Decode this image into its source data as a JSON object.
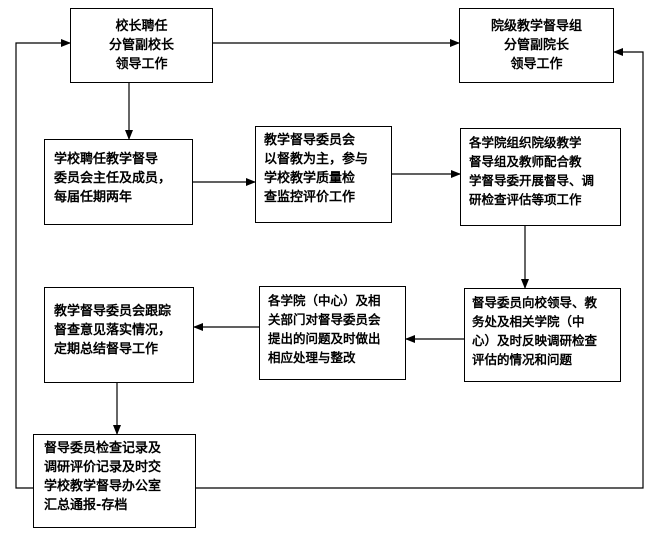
{
  "boxes": {
    "principal": [
      "校长聘任",
      "分管副校长",
      "领导工作"
    ],
    "college": [
      "院级教学督导组",
      "分管副院长",
      "领导工作"
    ],
    "appoint": [
      "学校聘任教学督导",
      "委员会主任及成员，",
      "每届任期两年"
    ],
    "committee": [
      "教学督导委员会",
      "以督教为主，参与",
      "学校教学质量检",
      "查监控评价工作"
    ],
    "organize": [
      "各学院组织院级教学",
      "督导组及教师配合教",
      "学督导委开展督导、调",
      "研检查评估等项工作"
    ],
    "report": [
      "督导委员向校领导、教",
      "务处及相关学院（中",
      "心）及时反映调研检查",
      "评估的情况和问题"
    ],
    "handle": [
      "各学院（中心）及相",
      "关部门对督导委员会",
      "提出的问题及时做出",
      "相应处理与整改"
    ],
    "track": [
      "教学督导委员会跟踪",
      "督查意见落实情况，",
      "定期总结督导工作"
    ],
    "archive": [
      "督导委员检查记录及",
      "调研评价记录及时交",
      "学校教学督导办公室",
      "汇总通报-存档"
    ]
  }
}
